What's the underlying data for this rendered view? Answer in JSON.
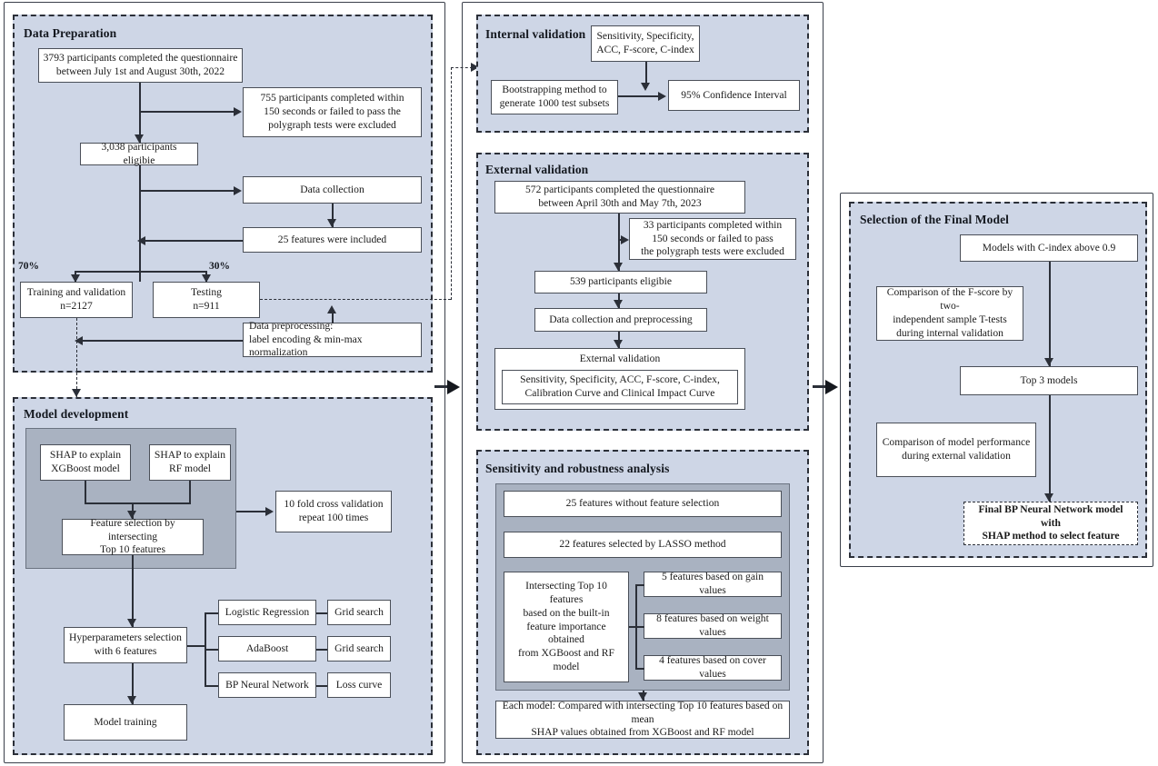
{
  "figure": {
    "type": "flowchart",
    "title": "Study workflow flowchart",
    "colors": {
      "panel_fill": "#ced6e6",
      "inner_group_fill": "#a9b2c1",
      "box_fill": "#ffffff",
      "line": "#2b2f38"
    }
  },
  "data_preparation": {
    "title": "Data Preparation",
    "b_enrolled": "3793 participants completed the questionnaire\nbetween July 1st and August 30th, 2022",
    "b_excluded": "755 participants completed within\n150 seconds or failed to pass the\npolygraph tests were excluded",
    "b_eligible": "3,038 participants eligibie",
    "b_collection": "Data collection",
    "b_features": "25 features were included",
    "split_left_pct": "70%",
    "split_right_pct": "30%",
    "b_train": "Training and validation\nn=2127",
    "b_test": "Testing\nn=911",
    "b_preprocess": "Data preprocessing:\nlabel encoding & min-max normalization"
  },
  "model_development": {
    "title": "Model development",
    "b_shap_xgb": "SHAP  to explain\nXGBoost model",
    "b_shap_rf": "SHAP  to explain\nRF model",
    "b_cv": "10 fold cross validation\nrepeat 100 times",
    "b_feature_sel": "Feature selection by intersecting\nTop 10 features",
    "b_hyper": "Hyperparameters selection\nwith 6 features",
    "b_lr": "Logistic Regression",
    "b_ada": "AdaBoost",
    "b_bpnn": "BP Neural Network",
    "b_grid1": "Grid search",
    "b_grid2": "Grid search",
    "b_loss": "Loss curve",
    "b_training": "Model training"
  },
  "internal_validation": {
    "title": "Internal validation",
    "b_metrics": "Sensitivity, Specificity,\nACC, F-score, C-index",
    "b_bootstrap": "Bootstrapping method to\ngenerate 1000 test subsets",
    "b_ci": "95% Confidence Interval"
  },
  "external_validation": {
    "title": "External validation",
    "b_enrolled": "572 participants completed the questionnaire\nbetween April 30th and May 7th, 2023",
    "b_excluded": "33 participants completed within\n150 seconds or failed to pass\nthe polygraph tests were excluded",
    "b_eligible": "539 participants eligibie",
    "b_collection": "Data collection and  preprocessing",
    "b_extval_title": "External validation",
    "b_extval_metrics": "Sensitivity, Specificity, ACC, F-score, C-index,\nCalibration Curve and Clinical Impact Curve"
  },
  "sensitivity_analysis": {
    "title": "Sensitivity and robustness analysis",
    "b_25": "25 features without feature selection",
    "b_22": "22 features selected by LASSO method",
    "b_intersect": "Intersecting Top 10 features\nbased on the built-in\nfeature importance obtained\nfrom XGBoost and RF model",
    "b_gain": "5 features based on gain values",
    "b_weight": "8 features based on weight values",
    "b_cover": "4 features based on cover values",
    "b_each_model": "Each model: Compared with intersecting Top 10 features based on mean\nSHAP values obtained from XGBoost and RF model"
  },
  "final_model": {
    "title": "Selection of the Final Model",
    "b_cindex": "Models with C-index above 0.9",
    "b_fscore": "Comparison of the F-score by two-\nindependent sample T-tests\nduring internal validation",
    "b_top3": "Top 3 models",
    "b_perf": "Comparison of model performance\nduring external validation",
    "b_final": "Final BP  Neural Network model with\nSHAP method to select feature"
  }
}
